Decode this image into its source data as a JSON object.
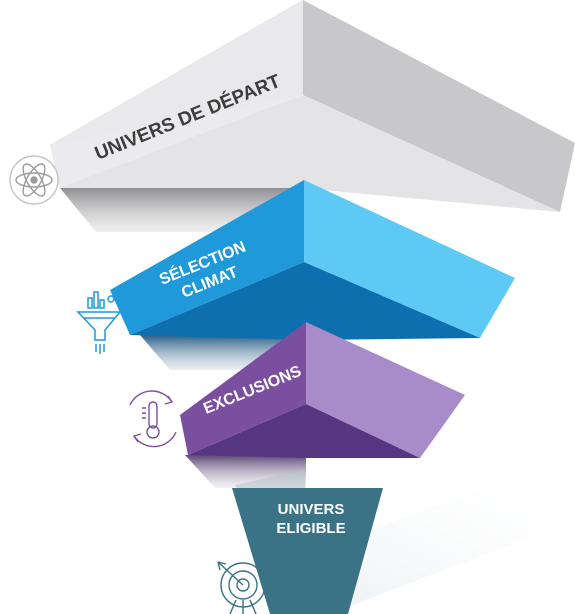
{
  "diagram": {
    "levels": [
      {
        "lines": [
          "UNIVERS DE DÉPART"
        ],
        "icon": "atom-icon",
        "colors": {
          "front": "#e6e6e8",
          "right": "#c9c9cb",
          "shadow": "#8a8a8c"
        }
      },
      {
        "lines": [
          "SÉLECTION",
          "CLIMAT"
        ],
        "icon": "funnel-chart-icon",
        "colors": {
          "front": "#1f98d8",
          "right": "#5bc8f4",
          "top": "#0b6fae"
        }
      },
      {
        "lines": [
          "EXCLUSIONS"
        ],
        "icon": "thermometer-cycle-icon",
        "colors": {
          "front": "#7b4fa0",
          "right": "#a98bca",
          "top": "#5c3a85"
        }
      },
      {
        "lines": [
          "UNIVERS",
          "ELIGIBLE"
        ],
        "icon": "target-arrow-icon",
        "colors": {
          "front": "#3a7386"
        }
      }
    ]
  }
}
